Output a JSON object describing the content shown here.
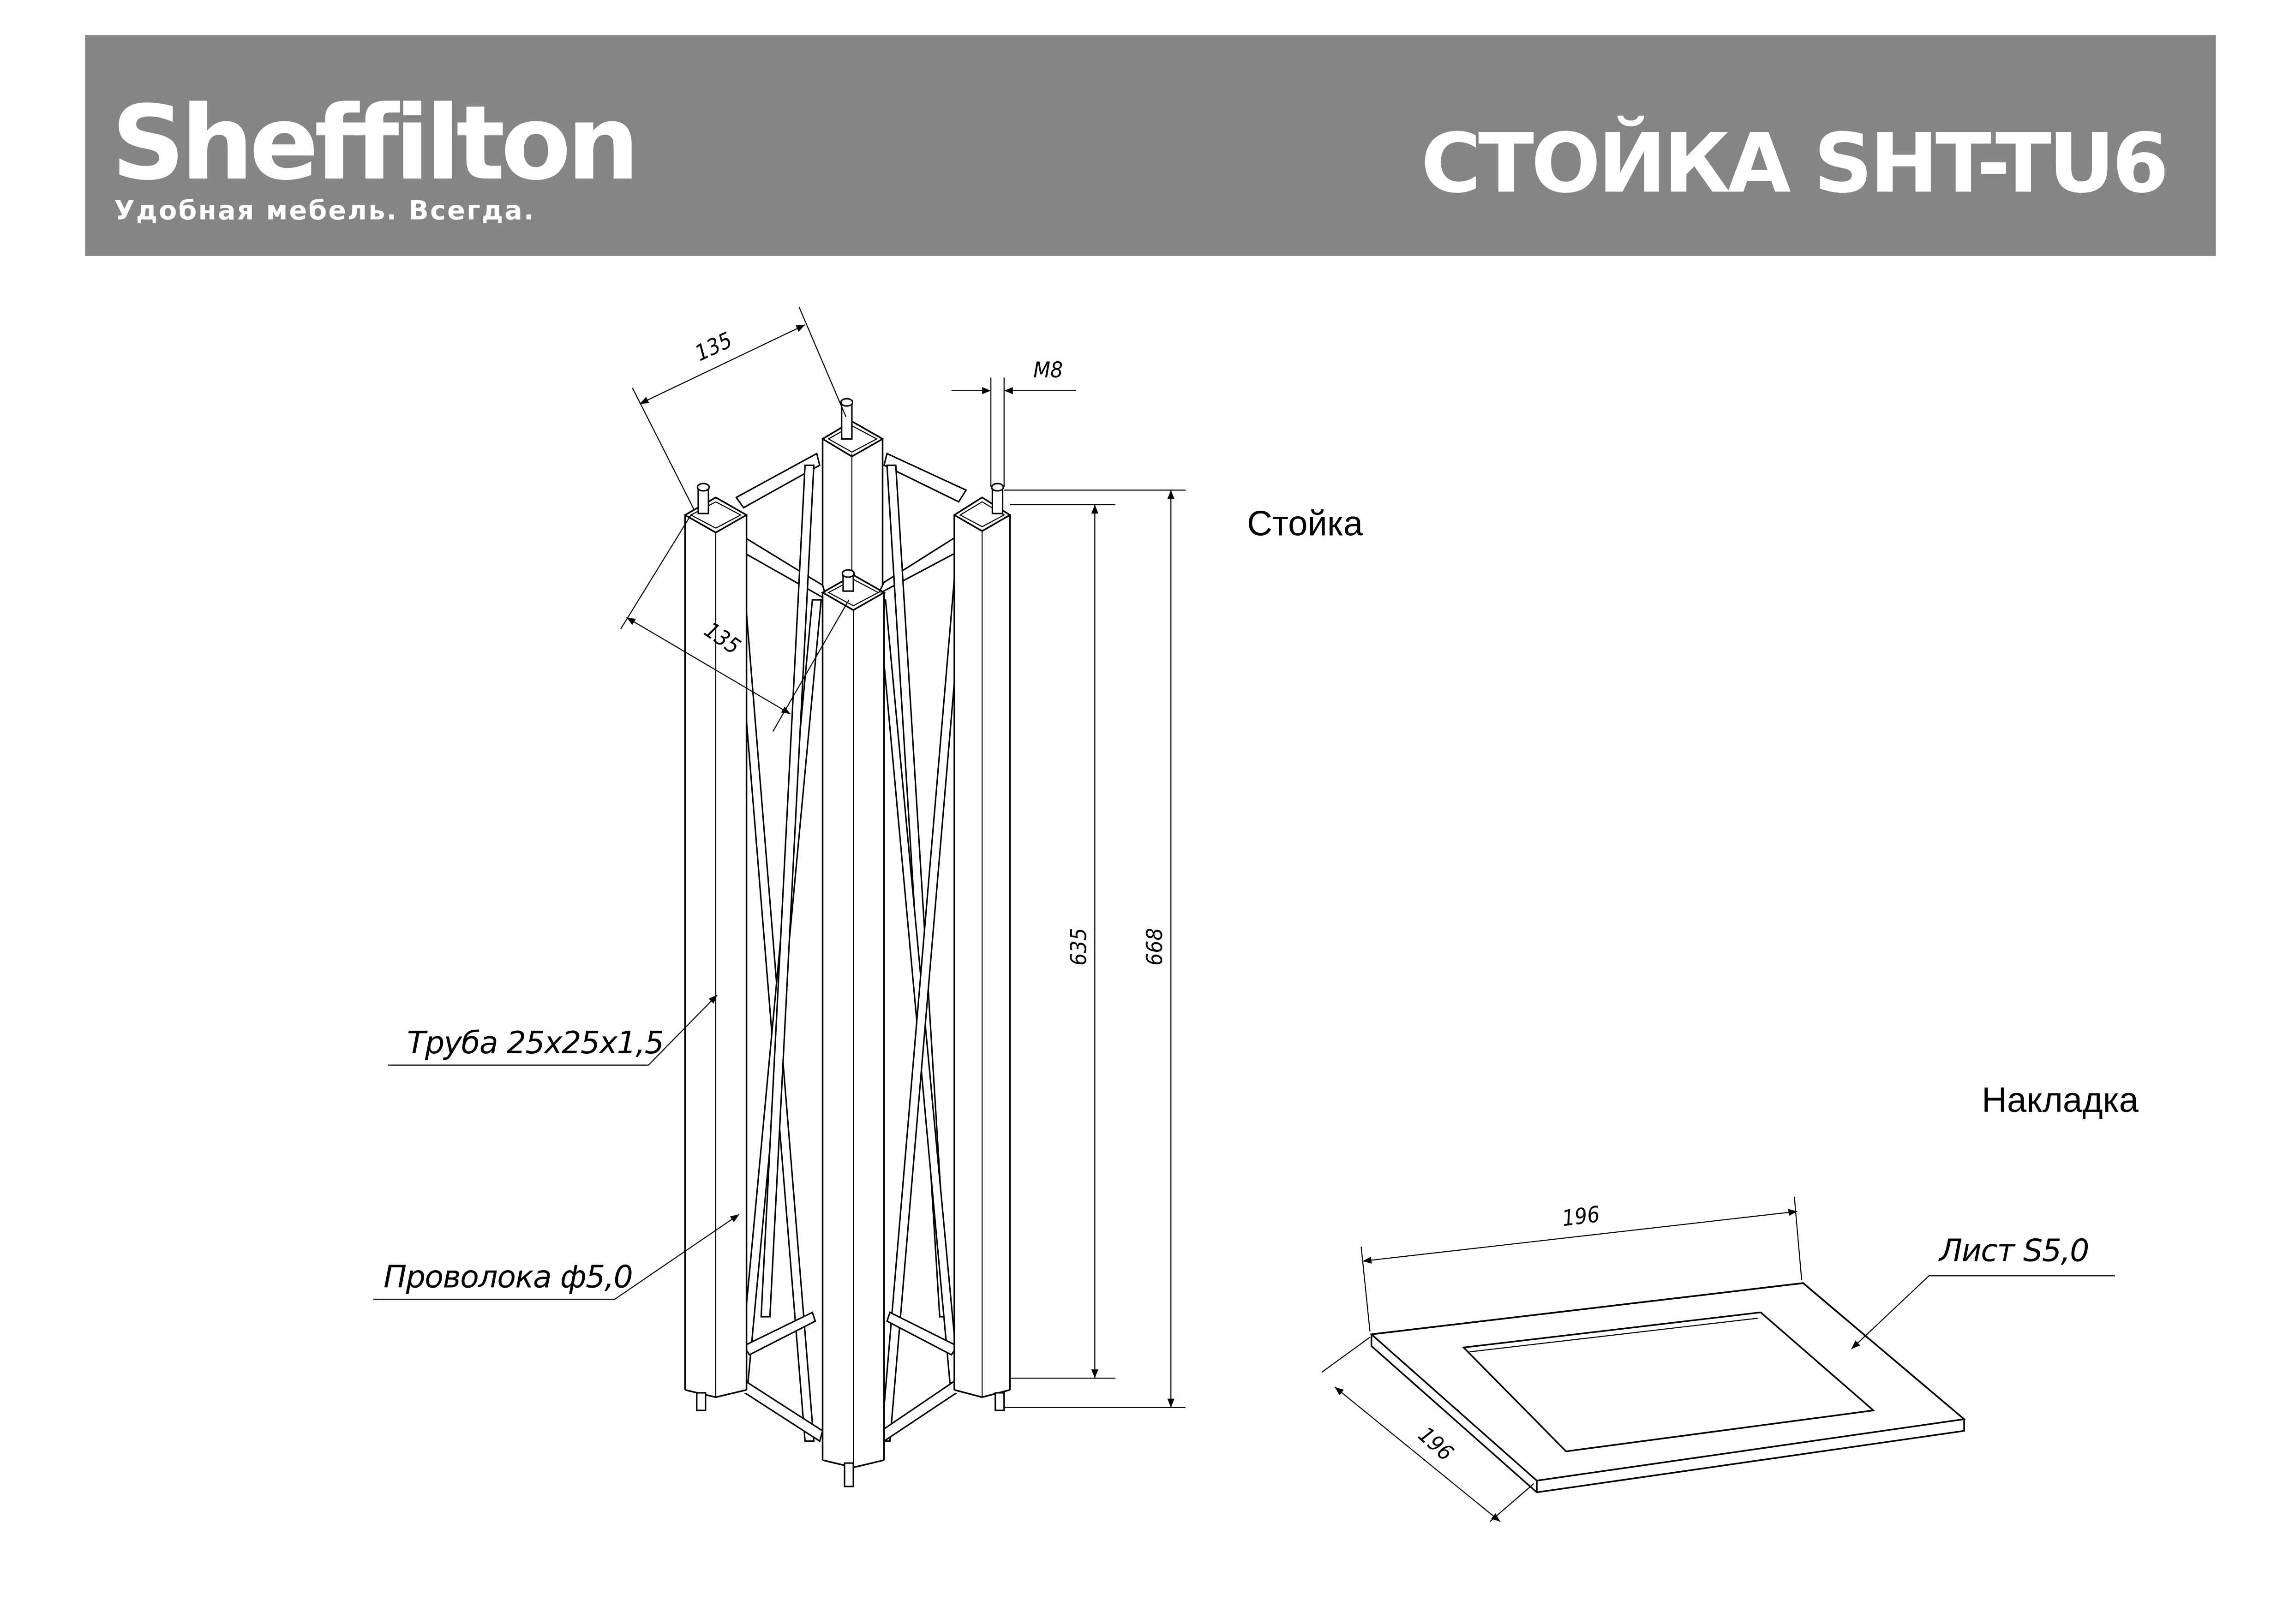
{
  "header": {
    "brand": "Sheffilton",
    "tagline": "Удобная мебель. Всегда.",
    "title": "СТОЙКА SHT-TU6",
    "background_color": "#858585"
  },
  "views": {
    "stand_label": "Стойка",
    "plate_label": "Накладка"
  },
  "stand_dimensions": {
    "width_top": "135",
    "width_side": "135",
    "thread": "M8",
    "height_tube": "635",
    "height_total": "668"
  },
  "callouts": {
    "tube": "Труба 25х25х1,5",
    "wire": "Проволока ф5,0",
    "sheet": "Лист S5,0"
  },
  "plate_dimensions": {
    "length": "196",
    "width": "196"
  }
}
